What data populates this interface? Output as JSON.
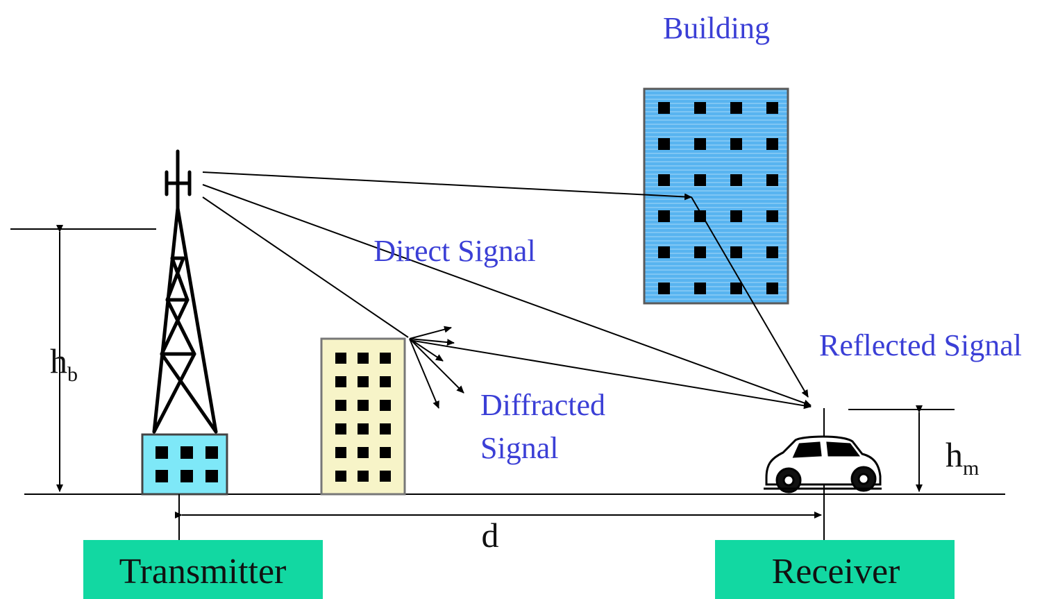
{
  "labels": {
    "building": "Building",
    "direct_signal": "Direct Signal",
    "reflected_signal": "Reflected Signal",
    "diffracted_line1": "Diffracted",
    "diffracted_line2": "Signal",
    "h_b_main": "h",
    "h_b_sub": "b",
    "h_m_main": "h",
    "h_m_sub": "m",
    "distance": "d",
    "transmitter": "Transmitter",
    "receiver": "Receiver"
  },
  "colors": {
    "label_blue": "#3b3fd6",
    "tall_building": "#58b4f0",
    "small_building": "#f7f4c8",
    "transmitter_building": "#7ee8f8",
    "endpoint_box": "#12d8a2",
    "line": "#000000"
  },
  "icons": {
    "antenna": "antenna-tower-icon",
    "car": "car-icon"
  }
}
